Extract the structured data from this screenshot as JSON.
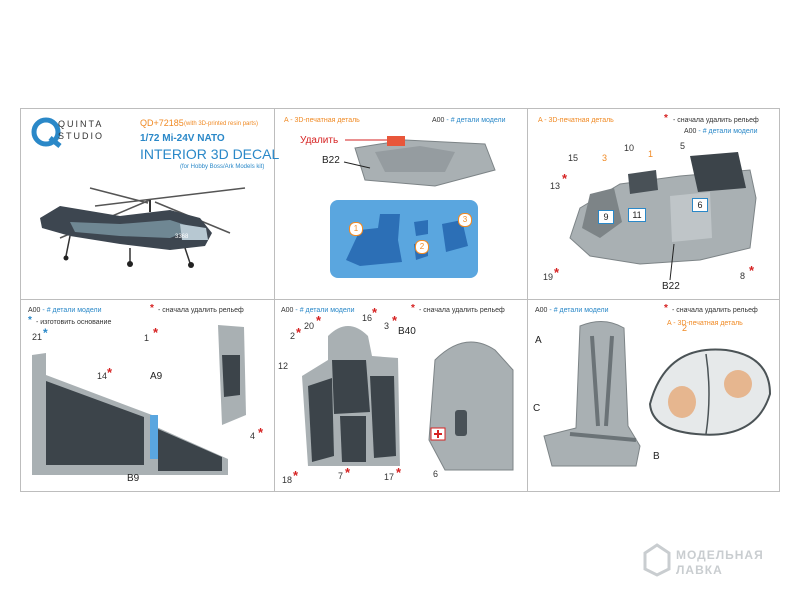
{
  "brand": {
    "line1": "QUINTA",
    "line2": "STUDIO"
  },
  "product": {
    "code": "QD+72185",
    "code_note": "(with 3D-printed resin parts)",
    "scale_model": "1/72 Mi-24V NATO",
    "title": "INTERIOR 3D DECAL",
    "kit_note": "(for Hobby Boss/Ark Models kit)"
  },
  "legend": {
    "printed_letter": "A",
    "printed_text": " - 3D-печатная деталь",
    "model_code": "A00",
    "model_text": " - # детали модели",
    "remove_relief_text": " - сначала удалить рельеф",
    "make_base_text": " - изготовить основание"
  },
  "panel2": {
    "remove_label": "Удалить",
    "part": "B22",
    "p1": "1",
    "p2": "2",
    "p3": "3"
  },
  "panel3": {
    "labels": [
      "15",
      "3",
      "10",
      "1",
      "5",
      "13",
      "9",
      "11",
      "6",
      "19",
      "8"
    ],
    "part": "B22"
  },
  "panel4": {
    "labels": [
      "21",
      "1",
      "14",
      "4"
    ],
    "part_a": "A9",
    "part_b": "B9"
  },
  "panel5": {
    "labels": [
      "20",
      "16",
      "3",
      "2",
      "12",
      "18",
      "7",
      "17",
      "6"
    ],
    "part": "B40"
  },
  "panel6": {
    "label_a1": "A",
    "label_c": "C",
    "label_b": "B",
    "label_2": "2"
  },
  "watermark": {
    "line1": "МОДЕЛЬНАЯ",
    "line2": "ЛАВКА"
  },
  "colors": {
    "accent_blue": "#2a88c8",
    "accent_orange": "#f08a24",
    "accent_red": "#d62222",
    "grey_part": "#a9b0b3"
  }
}
